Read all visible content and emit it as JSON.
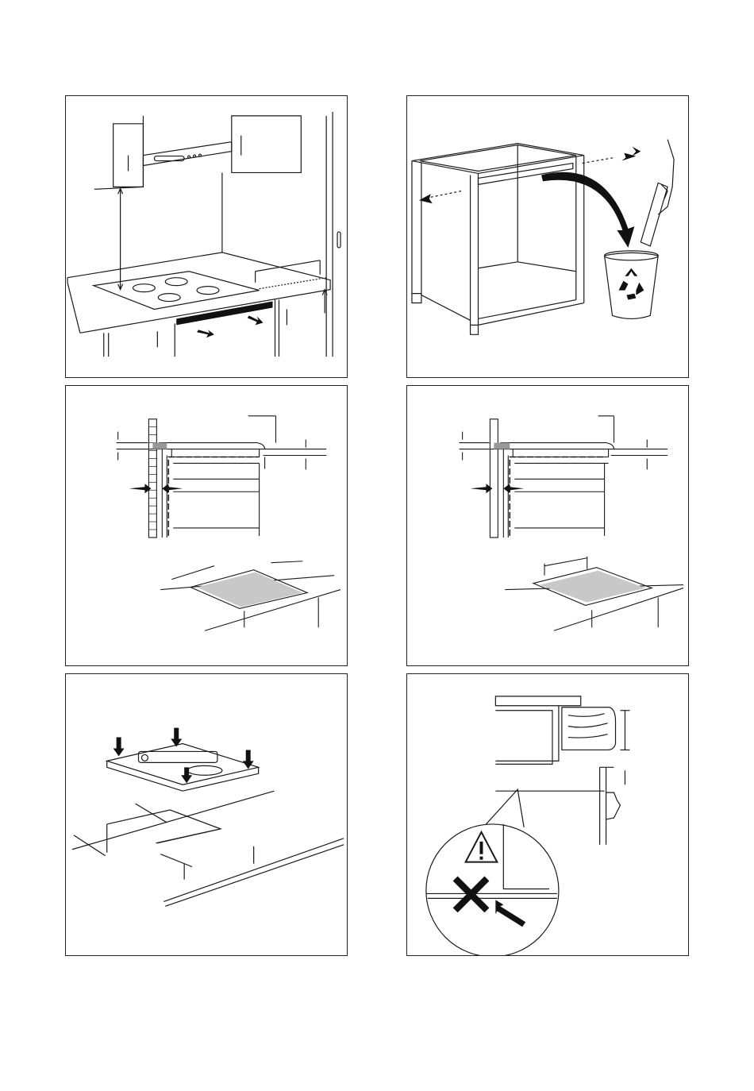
{
  "figures": [
    {
      "id": "panel-1",
      "icons": [
        "cooker-hood",
        "hob",
        "cabinet"
      ]
    },
    {
      "id": "panel-2",
      "icons": [
        "cabinet-frame",
        "hand",
        "recycle-bin"
      ]
    },
    {
      "id": "panel-3",
      "icons": [
        "wall-section",
        "airflow-arrows",
        "cutout"
      ]
    },
    {
      "id": "panel-4",
      "icons": [
        "wall-section",
        "airflow-arrows",
        "cutout"
      ]
    },
    {
      "id": "panel-5",
      "icons": [
        "hob",
        "spirit-level",
        "cutout"
      ]
    },
    {
      "id": "panel-6",
      "icons": [
        "wood-edge",
        "warning-triangle",
        "cross-mark"
      ]
    }
  ],
  "colors": {
    "line": "#1a1a1a",
    "fill_gray": "#c8c8c8",
    "fill_dark": "#111111"
  }
}
